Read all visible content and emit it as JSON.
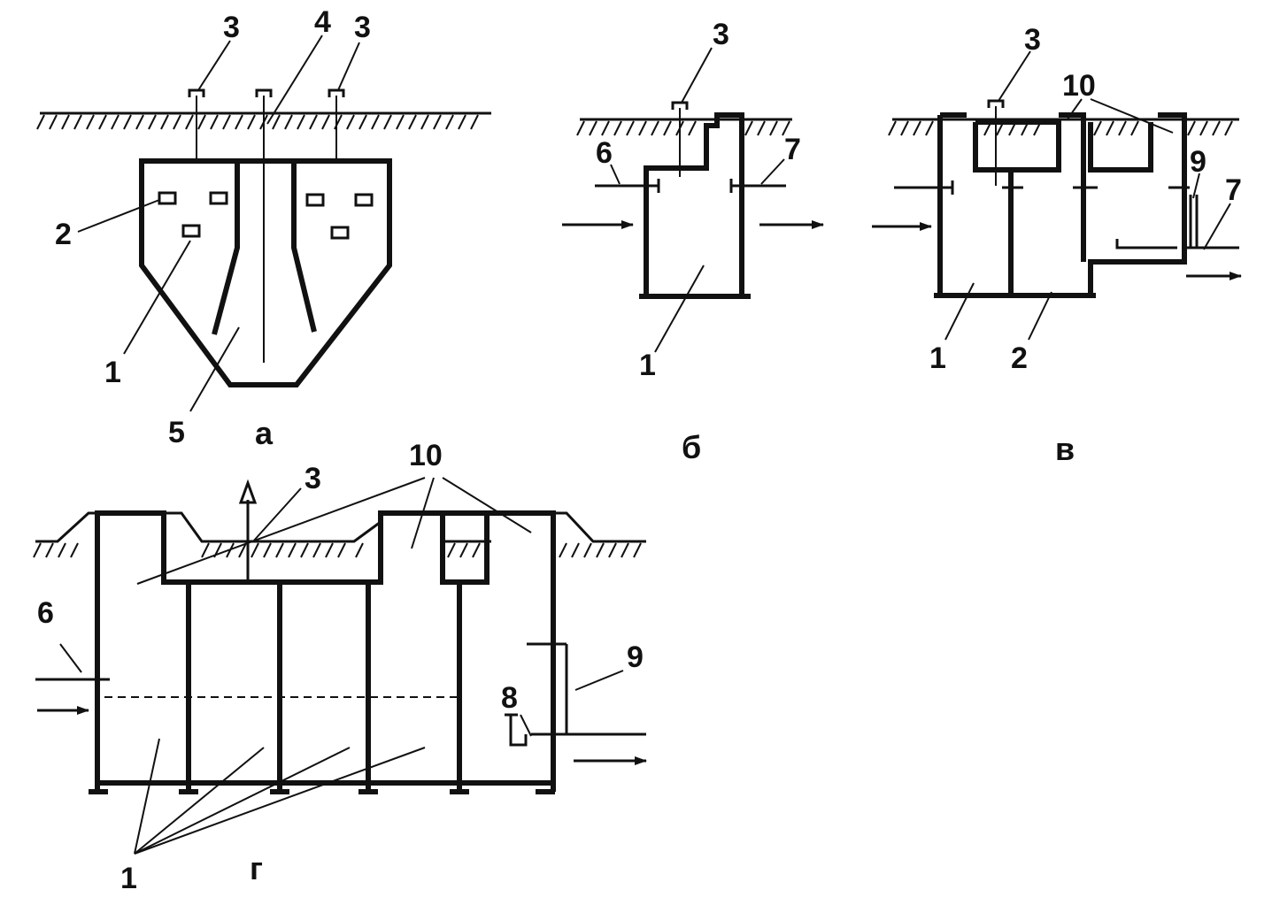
{
  "panels": {
    "a": {
      "caption": "а",
      "callouts": [
        "3",
        "4",
        "3",
        "2",
        "1",
        "5"
      ]
    },
    "b": {
      "caption": "б",
      "callouts": [
        "3",
        "6",
        "7",
        "1"
      ]
    },
    "v": {
      "caption": "в",
      "callouts": [
        "3",
        "10",
        "9",
        "7",
        "1",
        "2"
      ]
    },
    "g": {
      "caption": "г",
      "callouts": [
        "3",
        "10",
        "6",
        "9",
        "8",
        "1"
      ]
    }
  }
}
